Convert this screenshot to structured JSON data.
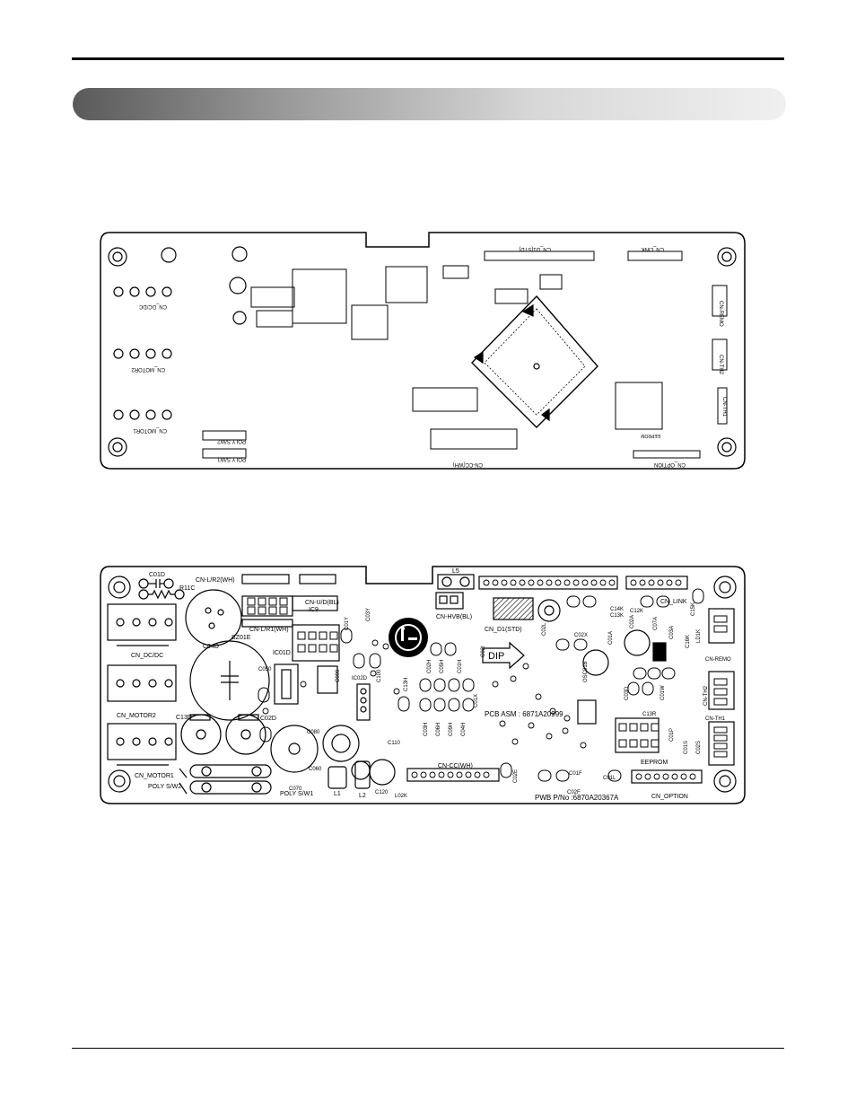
{
  "top_board": {
    "labels": {
      "cn_remo": "CN-REMO",
      "cn_th1": "CN-TH1",
      "cn_th2": "CN-TH2",
      "cn_link": "CN_LINK",
      "cn_d1": "CN_D1(STD)",
      "cn_cc": "CN-CC(WH)",
      "cn_option": "CN_OPTION",
      "cn_dc": "CN_DC/DC",
      "cn_motor2": "CN_MOTOR2",
      "cn_motor1": "CN_MOTOR1",
      "poly_sw2": "POLY S/W2",
      "poly_sw1": "POLY S/W1",
      "eeprom": "EEPROM"
    }
  },
  "bottom_board": {
    "labels": {
      "c01d": "C01D",
      "r11c": "R11C",
      "cn_lr2": "CN-L/R2(WH)",
      "cn_ud": "CN-U/D(BL)",
      "cn_lr1": "CN-L/R1(WH)",
      "ic9": "IC9",
      "c01y": "C01Y",
      "c03y": "C03Y",
      "l5": "L5",
      "cn_hvb": "CN-HVB(BL)",
      "cn_d1": "CN_D1(STD)",
      "c02l": "C02L",
      "c14k": "C14K",
      "c13k": "C13K",
      "c12k": "C12K",
      "cn_link": "CN_LINK",
      "c15k": "C15K",
      "cn_dc": "CN_DC/DC",
      "bz01e": "BZ01E",
      "c04d": "C04D",
      "ic01d": "IC01D",
      "c050": "C050",
      "c090": "C090",
      "ic02d": "IC02D",
      "c100": "C100",
      "c13h": "C13H",
      "c02h": "C02H",
      "c05h": "C05H",
      "c01h": "C01H",
      "c02i": "C02I",
      "dip": "DIP",
      "c02x": "C02X",
      "c01a": "C01A",
      "c02a": "C02A",
      "c03a": "C03A",
      "c07a": "C07A",
      "osc01b": "OSC01B",
      "c16k": "C16K",
      "ld1k": "LD1K",
      "cn_remo": "CN-REMO",
      "cn_th2": "CN-TH2",
      "cn_th1": "CN-TH1",
      "c03d": "C03D",
      "c01w": "C01W",
      "c13r": "C13R",
      "c01p": "C01P",
      "c01s": "C01S",
      "c02s": "C02S",
      "eeprom": "EEPROM",
      "cn_motor2": "CN_MOTOR2",
      "c13d": "C13D",
      "c02d": "C02D",
      "c080": "C080",
      "c110": "C110",
      "c060": "C060",
      "c070": "C070",
      "cn_motor1": "CN_MOTOR1",
      "poly_sw2": "POLY S/W2",
      "poly_sw1": "POLY S/W1",
      "l1": "L1",
      "l2": "L2",
      "c120": "C120",
      "l02k": "L02K",
      "cn_cc": "CN-CC(WH)",
      "c03h": "C03H",
      "c06h": "C06H",
      "c04h": "C04H",
      "c01x": "C01X",
      "c09h": "C09H",
      "pcb_asm": "PCB ASM : 6871A20999",
      "c01f": "C01F",
      "c02f": "C02F",
      "c01l": "C01L",
      "c02e": "C02E",
      "cn_option": "CN_OPTION",
      "pwb": "PWB P/No :6870A20367A"
    }
  }
}
